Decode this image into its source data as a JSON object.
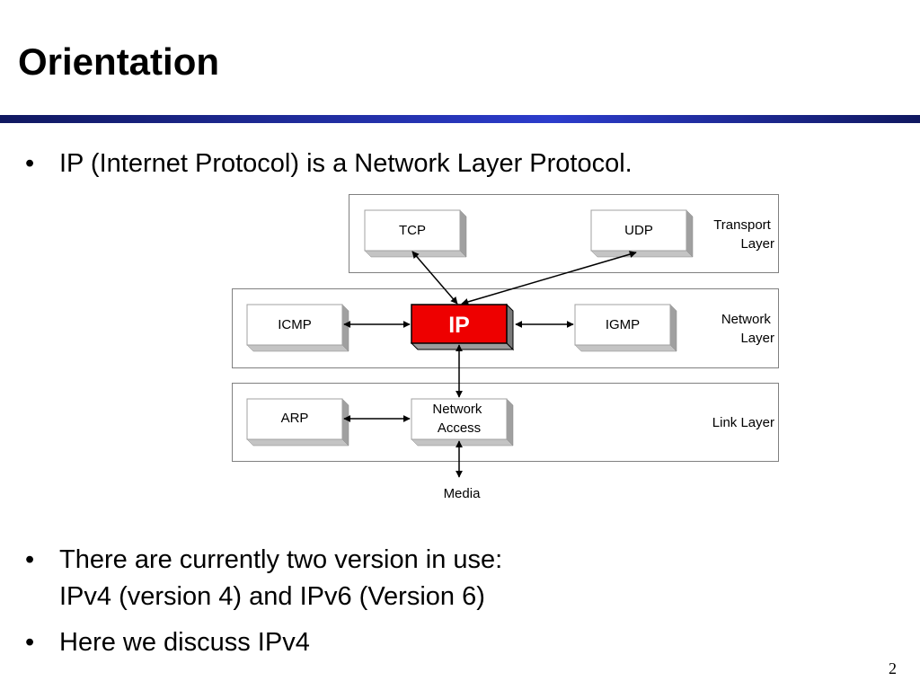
{
  "slide": {
    "title": "Orientation",
    "bullets": [
      {
        "lines": [
          "IP (Internet Protocol) is a Network Layer Protocol."
        ]
      },
      {
        "lines": [
          "There are currently two version in use:",
          "IPv4 (version 4) and IPv6 (Version 6)"
        ]
      },
      {
        "lines": [
          "Here we discuss IPv4"
        ]
      }
    ],
    "bullet_glyph": "•",
    "page_number": "2"
  },
  "diagram": {
    "layers": {
      "transport": [
        "Transport",
        "Layer"
      ],
      "network": [
        "Network",
        "Layer"
      ],
      "link": [
        "Link Layer"
      ]
    },
    "boxes": {
      "tcp": [
        "TCP"
      ],
      "udp": [
        "UDP"
      ],
      "icmp": [
        "ICMP"
      ],
      "ip": [
        "IP"
      ],
      "igmp": [
        "IGMP"
      ],
      "arp": [
        "ARP"
      ],
      "network_access": [
        "Network",
        "Access"
      ]
    },
    "media": "Media"
  },
  "colors": {
    "title_rule": "#2c3ccc",
    "ip_box": "#ee0000",
    "box_shadow": "#b0b0b0",
    "layer_border": "#808080"
  }
}
